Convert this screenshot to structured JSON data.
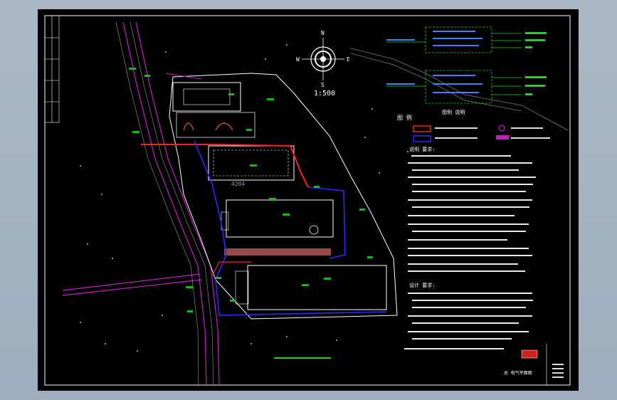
{
  "drawing": {
    "compass": {
      "north": "N",
      "south": "S",
      "east": "E",
      "west": "W"
    },
    "scale": "1:500",
    "building_number": "4204",
    "legend_heading": "图 例",
    "legend_subheading": "图例 说明",
    "notes_heading_1": "说明 要求:",
    "notes_heading_2": "设计 要求:",
    "caption": "总 电气平面图",
    "colors": {
      "background": "#000000",
      "frame": "#ffffff",
      "road": "#c020c0",
      "power_line": "#ff2020",
      "comm_line": "#2a2aff",
      "grass": "#18b818",
      "text": "#ffffff",
      "accent": "#00e060"
    }
  }
}
